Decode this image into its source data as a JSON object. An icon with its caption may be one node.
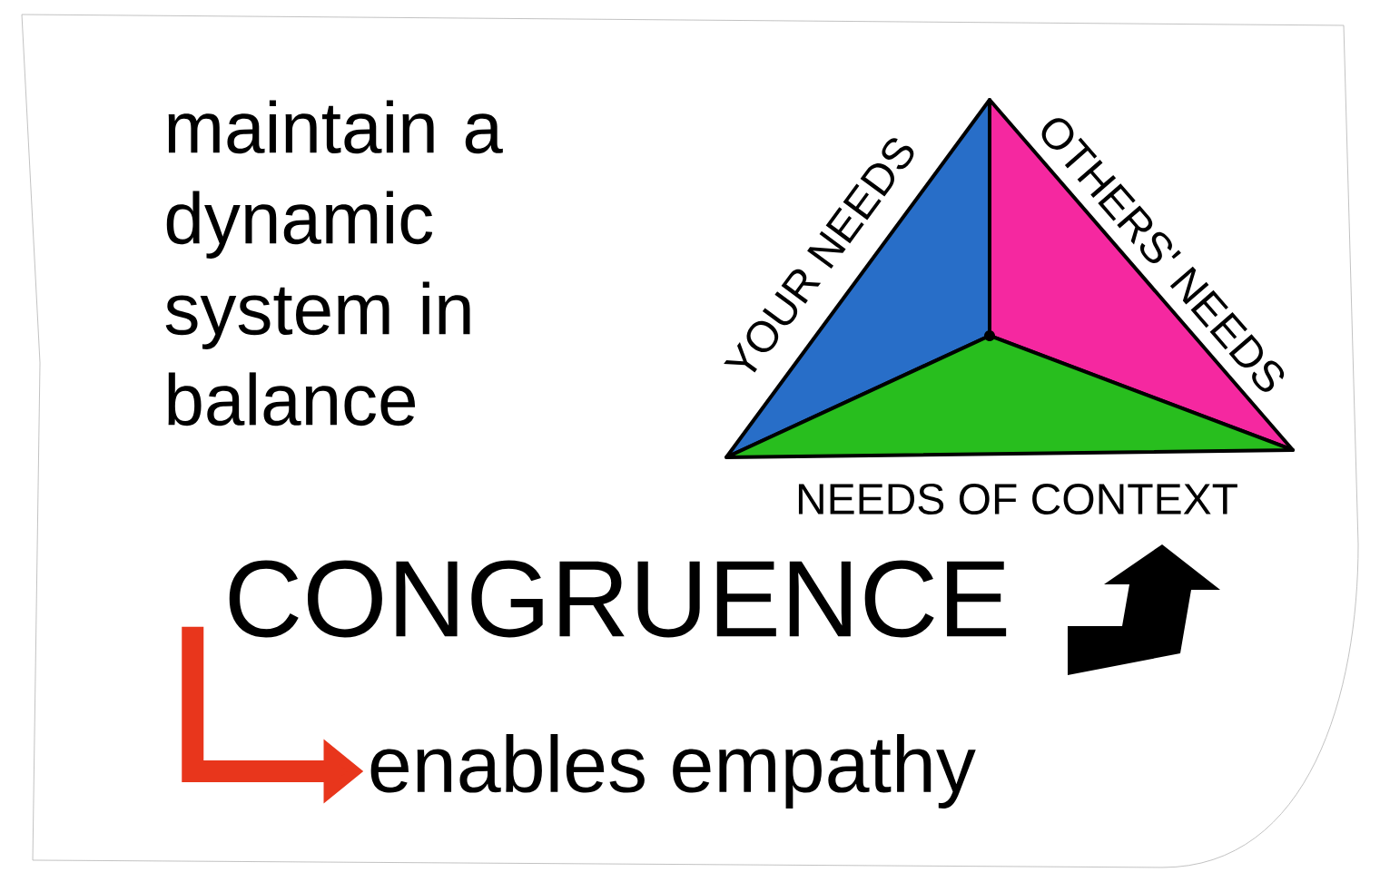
{
  "diagram": {
    "nodes": [
      {
        "text": [
          "CONGRUENCE"
        ]
      },
      {
        "text": [
          "enables empathy"
        ]
      }
    ],
    "edges": [
      {
        "from": 0,
        "to": 1,
        "arrow": "to",
        "color": "#e8361c"
      }
    ],
    "labels": [
      "maintain a dynamic system in balance",
      "YOUR NEEDS",
      "OTHERS' NEEDS",
      "NEEDS OF CONTEXT"
    ]
  }
}
